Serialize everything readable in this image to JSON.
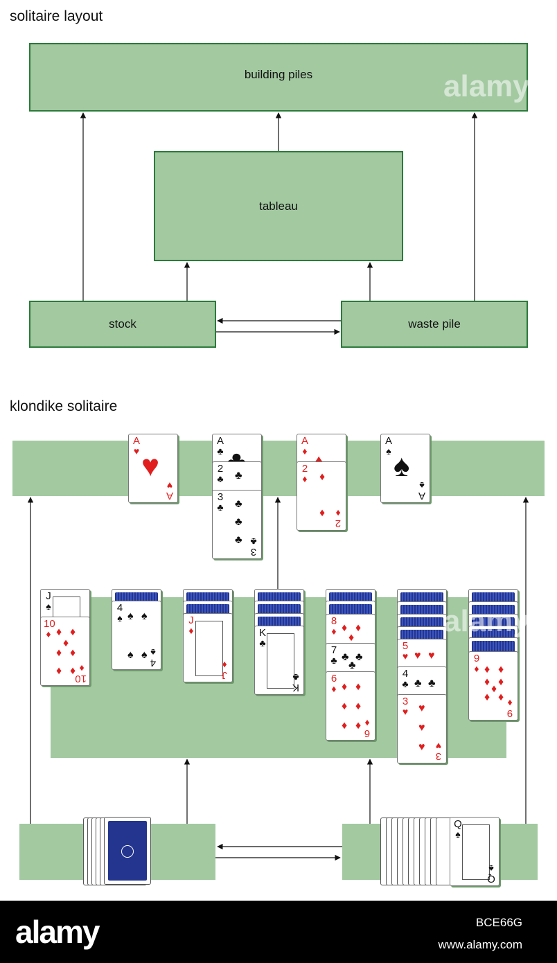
{
  "headings": {
    "layout": "solitaire layout",
    "klondike": "klondike solitaire"
  },
  "layout_boxes": {
    "building_piles": "building piles",
    "tableau": "tableau",
    "stock": "stock",
    "waste_pile": "waste pile"
  },
  "colors": {
    "box_fill": "#a3c9a1",
    "box_border": "#2b7a3a",
    "card_red": "#e01e1e",
    "card_back": "#23358f"
  },
  "foundation_cards": [
    {
      "rank": "A",
      "suit": "♥"
    },
    {
      "rank": "A",
      "suit": "♣"
    },
    {
      "rank": "2",
      "suit": "♣"
    },
    {
      "rank": "3",
      "suit": "♣"
    },
    {
      "rank": "A",
      "suit": "♦"
    },
    {
      "rank": "2",
      "suit": "♦"
    },
    {
      "rank": "A",
      "suit": "♠"
    }
  ],
  "tableau_cards": [
    {
      "rank": "J",
      "suit": "♠"
    },
    {
      "rank": "10",
      "suit": "♦"
    },
    {
      "rank": "4",
      "suit": "♠"
    },
    {
      "rank": "J",
      "suit": "♦"
    },
    {
      "rank": "K",
      "suit": "♣"
    },
    {
      "rank": "8",
      "suit": "♦"
    },
    {
      "rank": "7",
      "suit": "♣"
    },
    {
      "rank": "6",
      "suit": "♦"
    },
    {
      "rank": "5",
      "suit": "♥"
    },
    {
      "rank": "4",
      "suit": "♣"
    },
    {
      "rank": "3",
      "suit": "♥"
    },
    {
      "rank": "9",
      "suit": "♦"
    }
  ],
  "waste_top_card": {
    "rank": "Q",
    "suit": "♠"
  },
  "watermark": "alamy",
  "footer": {
    "logo": "alamy",
    "image_id": "BCE66G",
    "site": "www.alamy.com"
  }
}
